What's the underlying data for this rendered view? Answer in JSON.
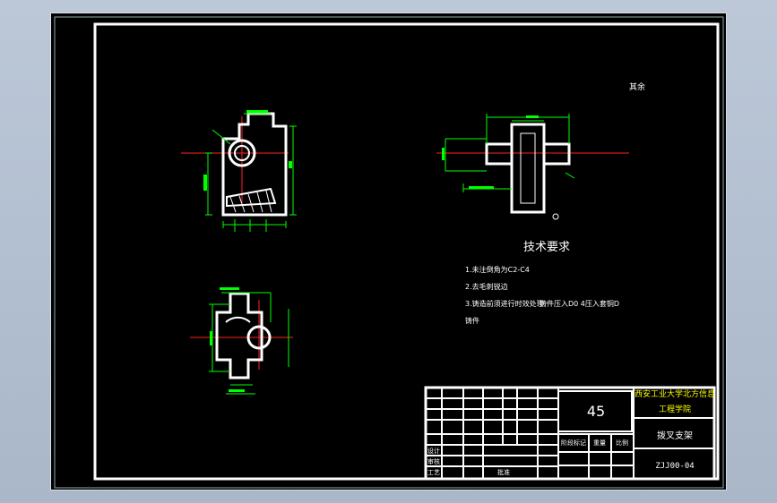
{
  "drawing": {
    "surface_note": "其余",
    "technical_requirements": {
      "title": "技术要求",
      "items": [
        "1.未注倒角为C2-C4",
        "2.去毛刺锐边",
        "3.铸造前须进行时效处理",
        "铸件"
      ],
      "extra_note": "铸件压入D0 4压入套铜D"
    },
    "title_block": {
      "material": "45",
      "school": "西安工业大学北方信息",
      "department": "工程学院",
      "part_name": "拨叉支架",
      "drawing_number": "ZJJ00-04",
      "row_labels": [
        "设计",
        "审核",
        "工艺",
        "批准"
      ],
      "cell_labels": [
        "阶段标记",
        "重量",
        "比例"
      ]
    },
    "colors": {
      "background": "#000000",
      "frame": "#ffffff",
      "dimension": "#00ff00",
      "centerline": "#ff2020",
      "accent": "#ffff00"
    }
  }
}
